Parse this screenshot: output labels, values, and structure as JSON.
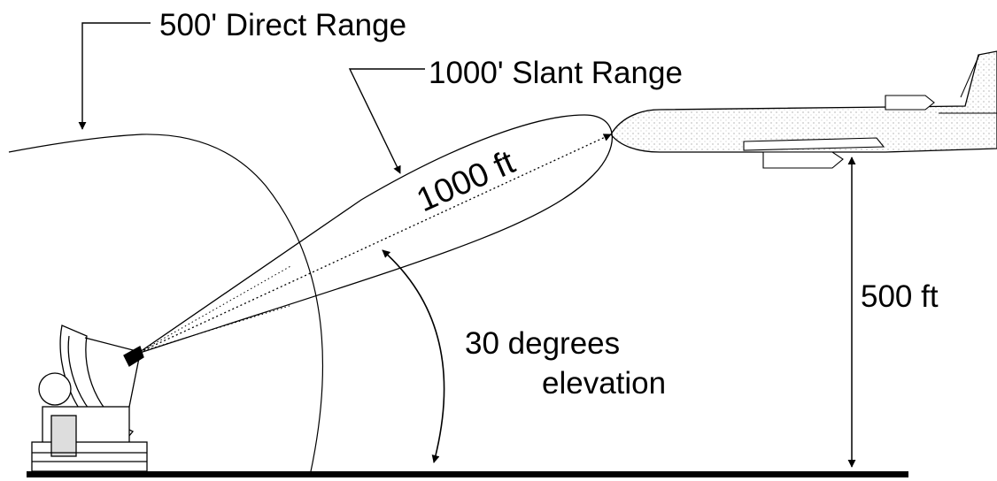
{
  "labels": {
    "direct_range": "500' Direct Range",
    "slant_range": "1000' Slant Range",
    "beam_distance": "1000 ft",
    "altitude": "500 ft",
    "elevation_line1": "30 degrees",
    "elevation_line2": "elevation"
  },
  "colors": {
    "ink": "#000000",
    "background": "#ffffff"
  }
}
